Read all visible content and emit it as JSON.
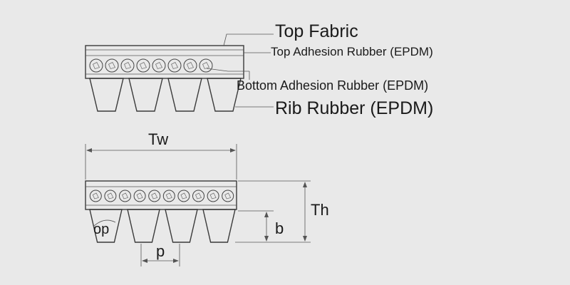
{
  "labels": {
    "top_fabric": "Top Fabric",
    "top_adhesion": "Top Adhesion Rubber (EPDM)",
    "bottom_adhesion": "Bottom Adhesion Rubber (EPDM)",
    "rib_rubber": "Rib Rubber (EPDM)"
  },
  "dimensions": {
    "top_width": "Tw",
    "thickness": "Th",
    "rib_height": "b",
    "pitch": "p",
    "rib_angle": "op"
  },
  "colors": {
    "background": "#e9e9e9",
    "line": "#3a3a3a",
    "text": "#1a1a1a"
  }
}
